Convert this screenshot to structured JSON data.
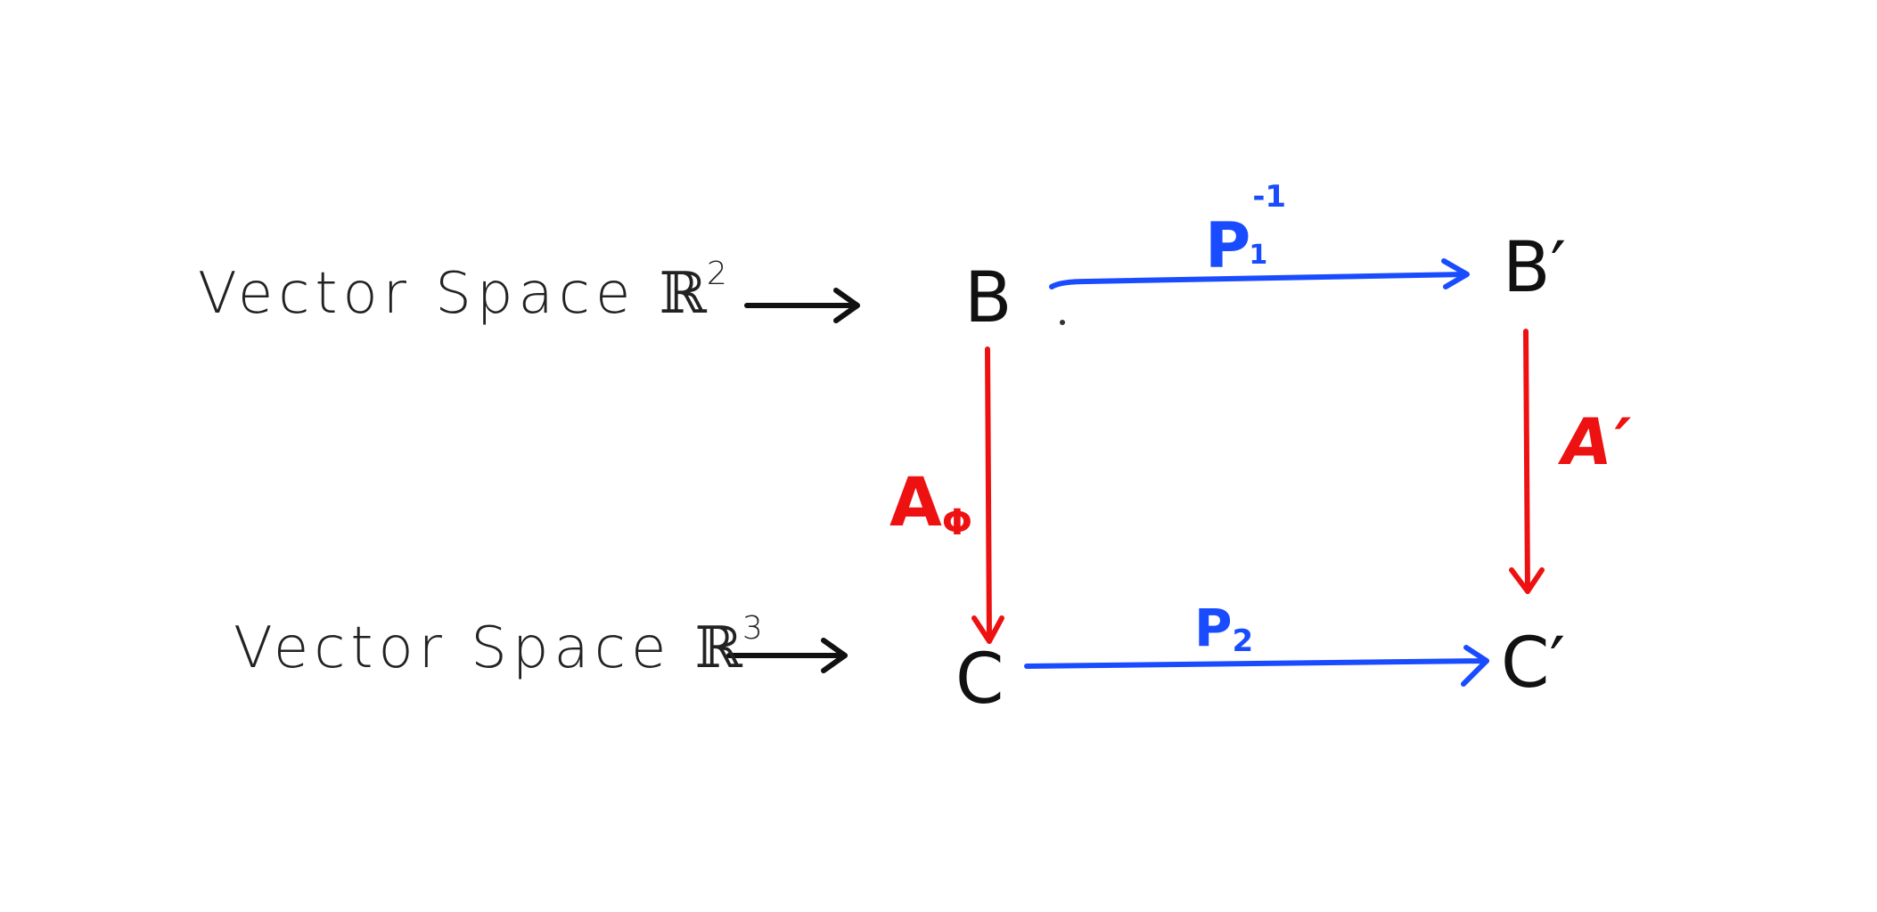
{
  "rows": {
    "top": {
      "prefix": "Vector Space ",
      "space": "ℝ",
      "exponent": "2"
    },
    "bottom": {
      "prefix": "Vector Space ",
      "space": "ℝ",
      "exponent": "3"
    }
  },
  "nodes": {
    "b": "B",
    "b_prime": "B′",
    "c": "C",
    "c_prime": "C′"
  },
  "edges": {
    "p1_inverse": {
      "base": "P",
      "sub": "1",
      "sup": "-1",
      "color": "#1a4cff"
    },
    "p2": {
      "base": "P",
      "sub": "2",
      "color": "#1a4cff"
    },
    "a_phi": {
      "base": "A",
      "sub": "Φ",
      "color": "#ee1111"
    },
    "a_prime": {
      "base": "A′",
      "color": "#ee1111"
    }
  },
  "colors": {
    "ink": "#111111",
    "blue": "#1a4cff",
    "red": "#ee1111"
  }
}
